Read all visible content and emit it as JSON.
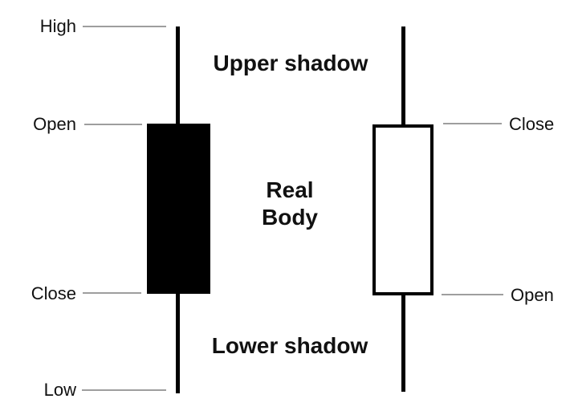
{
  "diagram": {
    "left_candle": {
      "type": "bearish-filled",
      "labels": {
        "high": "High",
        "open": "Open",
        "close": "Close",
        "low": "Low"
      }
    },
    "right_candle": {
      "type": "bullish-hollow",
      "labels": {
        "close": "Close",
        "open": "Open"
      }
    },
    "annotations": {
      "upper_shadow": "Upper shadow",
      "real_body_line1": "Real",
      "real_body_line2": "Body",
      "lower_shadow": "Lower shadow"
    },
    "colors": {
      "background": "#ffffff",
      "candle_outline": "#000000",
      "bearish_fill": "#000000",
      "bullish_fill": "#ffffff",
      "leader_line": "#9e9e9e",
      "text": "#111111"
    }
  }
}
